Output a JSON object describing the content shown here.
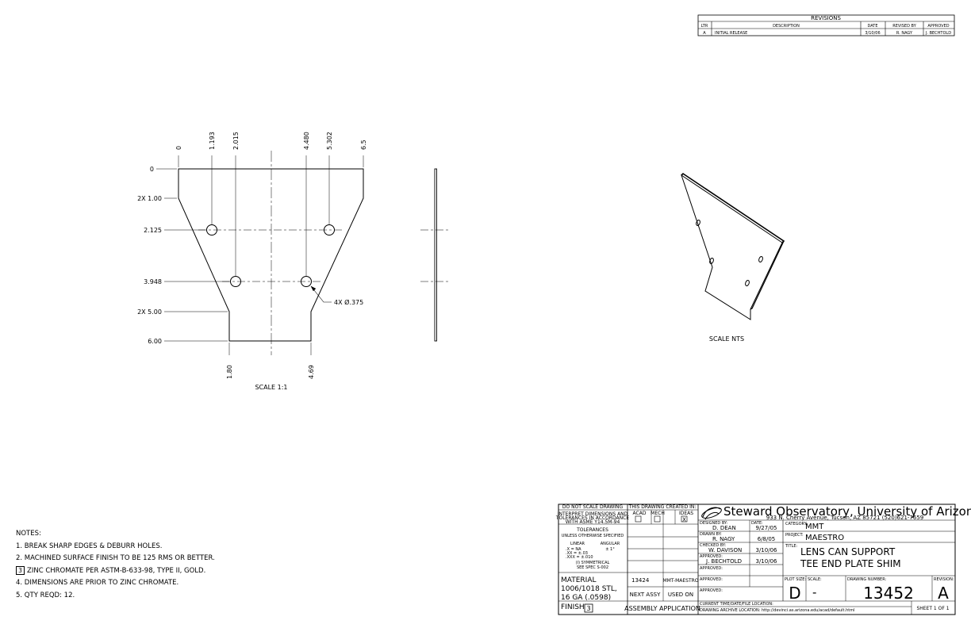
{
  "revisions": {
    "title": "REVISIONS",
    "headers": [
      "LTR",
      "DESCRIPTION",
      "DATE",
      "REVISED BY",
      "APPROVED"
    ],
    "rows": [
      [
        "A",
        "INITIAL RELEASE",
        "3/10/06",
        "R. NAGY",
        "J. BECHTOLD"
      ]
    ]
  },
  "front_view": {
    "top_dims": [
      "0",
      "1.193",
      "2.015",
      "4.480",
      "5.302",
      "6.5"
    ],
    "left_dims": [
      "0",
      "2X 1.00",
      "2.125",
      "3.948",
      "2X 5.00",
      "6.00"
    ],
    "bottom_dims": [
      "1.80",
      "4.69"
    ],
    "hole_callout": "4X Ø.375",
    "scale": "SCALE 1:1"
  },
  "iso_view": {
    "scale": "SCALE NTS"
  },
  "notes": {
    "heading": "NOTES:",
    "items": [
      "1. BREAK SHARP EDGES & DEBURR HOLES.",
      "2. MACHINED SURFACE FINISH TO BE 125 RMS OR BETTER.",
      "ZINC CHROMATE PER ASTM-B-633-98, TYPE II, GOLD.",
      "4. DIMENSIONS ARE PRIOR TO ZINC CHROMATE.",
      "5. QTY REQD: 12."
    ],
    "flag_number": "3"
  },
  "title_block": {
    "do_not_scale": "DO NOT SCALE DRAWING",
    "interpret_1": "INTERPRET DIMENSIONS AND",
    "interpret_2": "TOLERANCES IN ACCORDANCE",
    "interpret_3": "WITH ASME Y14.5M-94",
    "tolerances": "TOLERANCES",
    "unless": "UNLESS OTHERWISE SPECIFIED",
    "linear": "LINEAR",
    "angular": "ANGULAR",
    "tol_1": ".X   = NA",
    "tol_2": ".XX  = ±.03",
    "tol_3": ".XXX = ±.010",
    "angular_value": "± 1°",
    "symmetrical": "(I) SYMMETRICAL",
    "see_spec": "SEE SPEC S-002",
    "created_in": "THIS DRAWING CREATED IN:",
    "acad": "ACAD",
    "mech": "MECH",
    "ideas": "IDEAS",
    "ideas_mark": "X",
    "material_label": "MATERIAL",
    "material_1": "1006/1018 STL,",
    "material_2": "16 GA (.0598)",
    "finish_label": "FINISH",
    "finish_flag": "3",
    "assy_number": "13424",
    "used_on_value": "MMT-MAESTRO",
    "next_assy": "NEXT ASSY",
    "used_on": "USED ON",
    "assembly_application": "ASSEMBLY APPLICATION",
    "company": "Steward Observatory, University of Arizona",
    "address": "933 N. Cherry Avenue, Tucson, AZ  85721   (520)621-7659",
    "designed_by_label": "DESIGNED BY:",
    "designed_by": "D. DEAN",
    "date_label": "DATE:",
    "designed_date": "9/27/05",
    "drawn_by_label": "DRAWN BY:",
    "drawn_by": "R. NAGY",
    "drawn_date": "6/8/05",
    "checked_by_label": "CHECKED BY:",
    "checked_by": "W. DAVISON",
    "checked_date": "3/10/06",
    "approved_label": "APPROVED:",
    "approved_1": "J. BECHTOLD",
    "approved_1_date": "3/10/06",
    "category_label": "CATEGORY:",
    "category": "MMT",
    "project_label": "PROJECT:",
    "project": "MAESTRO",
    "title_label": "TITLE:",
    "title_1": "LENS CAN SUPPORT",
    "title_2": "TEE END PLATE SHIM",
    "plot_size_label": "PLOT SIZE:",
    "plot_size": "D",
    "scale_label": "SCALE:",
    "scale": "-",
    "drawing_number_label": "DRAWING NUMBER:",
    "drawing_number": "13452",
    "revision_label": "REVISION:",
    "revision": "A",
    "current_time_label": "CURRENT TIME/DATE/FILE LOCATION:",
    "archive_label": "DRAWING ARCHIVE LOCATION: http://devinci.as.arizona.edu/acad/default.html",
    "sheet": "SHEET 1 OF 1"
  }
}
